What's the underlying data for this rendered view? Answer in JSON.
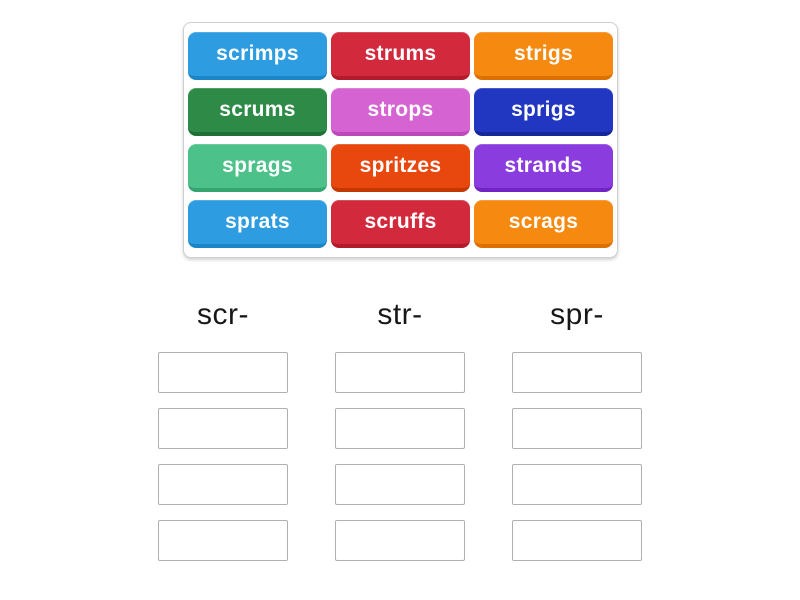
{
  "activity": {
    "type_label": "group-sort",
    "word_bank": {
      "tiles": [
        {
          "label": "scrimps",
          "color": "#2d9ce0",
          "edge_color": "#1a85c7"
        },
        {
          "label": "strums",
          "color": "#d2293c",
          "edge_color": "#b31b2d"
        },
        {
          "label": "strigs",
          "color": "#f68910",
          "edge_color": "#dc7102"
        },
        {
          "label": "scrums",
          "color": "#2e8b47",
          "edge_color": "#1f6f36"
        },
        {
          "label": "strops",
          "color": "#d564d2",
          "edge_color": "#bc48ba"
        },
        {
          "label": "sprigs",
          "color": "#2136c1",
          "edge_color": "#16279c"
        },
        {
          "label": "sprags",
          "color": "#4cc189",
          "edge_color": "#35a470"
        },
        {
          "label": "spritzes",
          "color": "#e8470e",
          "edge_color": "#c53803"
        },
        {
          "label": "strands",
          "color": "#8a3cdf",
          "edge_color": "#7124c4"
        },
        {
          "label": "sprats",
          "color": "#2d9ce0",
          "edge_color": "#1a85c7"
        },
        {
          "label": "scruffs",
          "color": "#d2293c",
          "edge_color": "#b31b2d"
        },
        {
          "label": "scrags",
          "color": "#f68910",
          "edge_color": "#dc7102"
        }
      ]
    },
    "groups": [
      {
        "label": "scr-",
        "slot_count": 4
      },
      {
        "label": "str-",
        "slot_count": 4
      },
      {
        "label": "spr-",
        "slot_count": 4
      }
    ]
  }
}
